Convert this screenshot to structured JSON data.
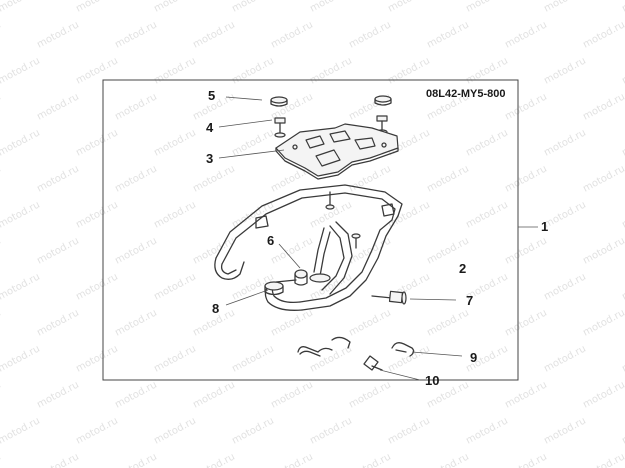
{
  "diagram": {
    "code": "08L42-MY5-800",
    "watermark": "motod.ru",
    "callouts": {
      "c1": "1",
      "c2": "2",
      "c3": "3",
      "c4": "4",
      "c5": "5",
      "c6": "6",
      "c7": "7",
      "c8": "8",
      "c9": "9",
      "c10": "10"
    }
  }
}
